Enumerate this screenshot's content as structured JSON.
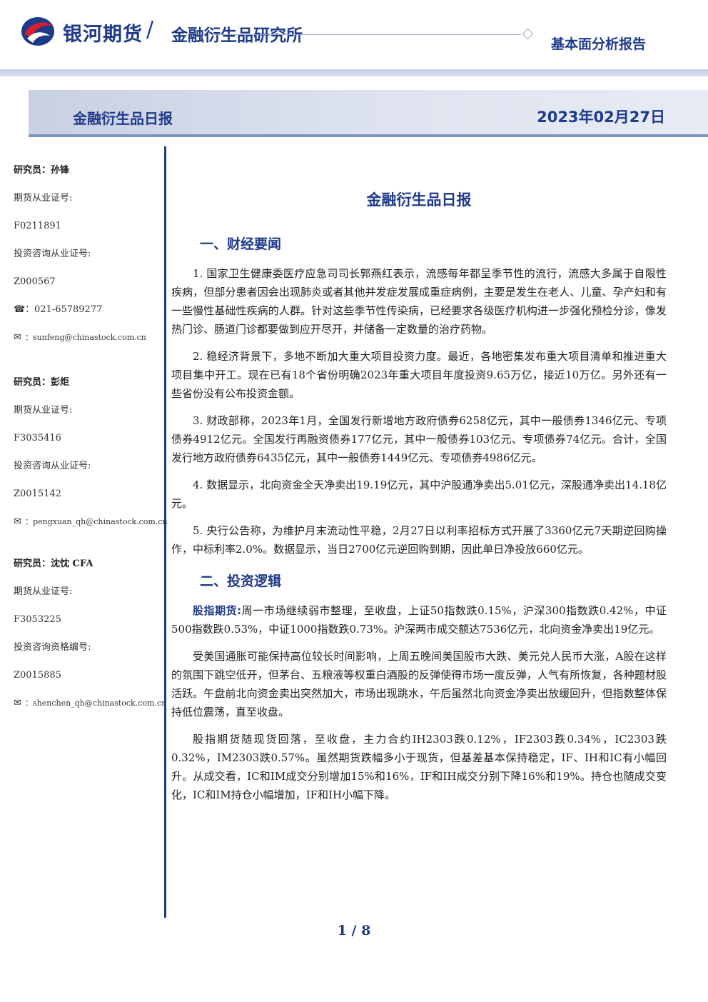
{
  "header": {
    "brand": "银河期货",
    "divider": "/",
    "brand_sub": "金融衍生品研究所",
    "report_type": "基本面分析报告"
  },
  "banner": {
    "title": "金融衍生品日报",
    "date": "2023年02月27日"
  },
  "colors": {
    "brand_blue": "#1f3a8a",
    "logo_red": "#d3202a"
  },
  "sidebar": {
    "analysts": [
      {
        "name": "研究员：孙锋",
        "futures_label": "期货从业证号:",
        "futures_id": "F0211891",
        "consult_label": "投资咨询从业证号:",
        "consult_id": "Z000567",
        "phone": "：021-65789277",
        "email": "：sunfeng@chinastock.com.cn"
      },
      {
        "name": "研究员：彭炬",
        "futures_label": "期货从业证号:",
        "futures_id": "F3035416",
        "consult_label": "投资咨询从业证号:",
        "consult_id": "Z0015142",
        "email": "：pengxuan_qh@chinastock.com.cn"
      },
      {
        "name": "研究员：沈忱  CFA",
        "futures_label": "期货从业证号:",
        "futures_id": "F3053225",
        "consult_label": "投资咨询资格编号:",
        "consult_id": "Z0015885",
        "email": "：shenchen_qh@chinastock.com.cn"
      }
    ],
    "icons": {
      "phone": "phone-icon",
      "email": "email-icon"
    }
  },
  "main": {
    "title": "金融衍生品日报",
    "section1": {
      "heading": "一、财经要闻",
      "paragraphs": [
        "1. 国家卫生健康委医疗应急司司长郭燕红表示，流感每年都呈季节性的流行，流感大多属于自限性疾病，但部分患者因会出现肺炎或者其他并发症发展成重症病例，主要是发生在老人、儿童、孕产妇和有一些慢性基础性疾病的人群。针对这些季节性传染病，已经要求各级医疗机构进一步强化预检分诊，像发热门诊、肠道门诊都要做到应开尽开，并储备一定数量的治疗药物。",
        "2. 稳经济背景下，多地不断加大重大项目投资力度。最近，各地密集发布重大项目清单和推进重大项目集中开工。现在已有18个省份明确2023年重大项目年度投资9.65万亿，接近10万亿。另外还有一些省份没有公布投资金额。",
        "3. 财政部称，2023年1月，全国发行新增地方政府债券6258亿元，其中一般债券1346亿元、专项债券4912亿元。全国发行再融资债券177亿元，其中一般债券103亿元、专项债券74亿元。合计，全国发行地方政府债券6435亿元，其中一般债券1449亿元、专项债券4986亿元。",
        "4. 数据显示，北向资金全天净卖出19.19亿元，其中沪股通净卖出5.01亿元，深股通净卖出14.18亿元。",
        "5. 央行公告称，为维护月末流动性平稳，2月27日以利率招标方式开展了3360亿元7天期逆回购操作，中标利率2.0%。数据显示，当日2700亿元逆回购到期，因此单日净投放660亿元。"
      ]
    },
    "section2": {
      "heading": "二、投资逻辑",
      "lead": "股指期货:",
      "lead_text": "周一市场继续弱市整理，至收盘，上证50指数跌0.15%，沪深300指数跌0.42%，中证500指数跌0.53%，中证1000指数跌0.73%。沪深两市成交额达7536亿元，北向资金净卖出19亿元。",
      "paragraphs": [
        "受美国通胀可能保持高位较长时间影响，上周五晚间美国股市大跌、美元兑人民币大涨，A股在这样的氛围下跳空低开，但茅台、五粮液等权重白酒股的反弹使得市场一度反弹，人气有所恢复，各种题材股活跃。午盘前北向资金卖出突然加大，市场出现跳水，午后虽然北向资金净卖出放缓回升，但指数整体保持低位震荡，直至收盘。",
        "股指期货随现货回落，至收盘，主力合约IH2303跌0.12%，IF2303跌0.34%，IC2303跌0.32%，IM2303跌0.57%。虽然期货跌幅多小于现货，但基差基本保持稳定，IF、IH和IC有小幅回升。从成交看，IC和IM成交分别增加15%和16%，IF和IH成交分别下降16%和19%。持仓也随成交变化，IC和IM持仓小幅增加，IF和IH小幅下降。"
      ]
    }
  },
  "footer": {
    "page": "1 / 8"
  }
}
